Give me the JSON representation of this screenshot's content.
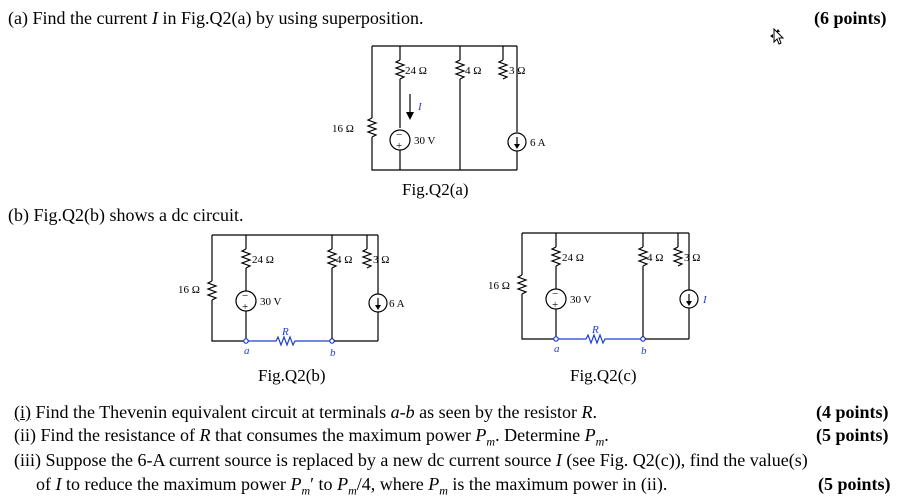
{
  "questions": {
    "a": {
      "prefix": "(a) Find the current ",
      "var": "I",
      "suffix": " in Fig.Q2(a) by using superposition.",
      "points": "(6 points)"
    },
    "b": {
      "text": "(b) Fig.Q2(b) shows a dc circuit."
    },
    "i": {
      "label": "(i)",
      "text_before": " Find the Thevenin equivalent circuit at terminals ",
      "terminals": "a-b",
      "text_after": " as seen by the resistor ",
      "resistor": "R",
      "end": ".",
      "points": "(4 points)"
    },
    "ii": {
      "label": "(ii)",
      "text1": " Find the resistance of ",
      "resistor": "R",
      "text2": " that consumes the maximum power ",
      "p": "P",
      "psub": "m",
      "text3": ". Determine ",
      "text4": ".",
      "points": "(5 points)"
    },
    "iii": {
      "line1": "(iii) Suppose the 6-A current source is replaced by a new dc current source ",
      "var": "I",
      "line1b": " (see Fig. Q2(c)), find the value(s)",
      "line2a": "of ",
      "line2b": " to reduce the maximum power ",
      "pm_prime": "P",
      "prime": "′",
      "to": " to ",
      "div": "/4, where ",
      "line2c": " is the maximum power in (ii).",
      "points": "(5 points)"
    }
  },
  "figures": {
    "a": {
      "caption": "Fig.Q2(a)"
    },
    "b": {
      "caption": "Fig.Q2(b)"
    },
    "c": {
      "caption": "Fig.Q2(c)"
    }
  },
  "labels": {
    "r16": "16 Ω",
    "r24": "24 Ω",
    "r4": "4 Ω",
    "r3": "3 Ω",
    "v30": "30 V",
    "i6": "6 A",
    "current_I": "I",
    "resistor_R": "R",
    "term_a": "a",
    "term_b": "b",
    "plus": "+",
    "minus": "−"
  },
  "colors": {
    "accent_blue": "#1f3fd1"
  }
}
